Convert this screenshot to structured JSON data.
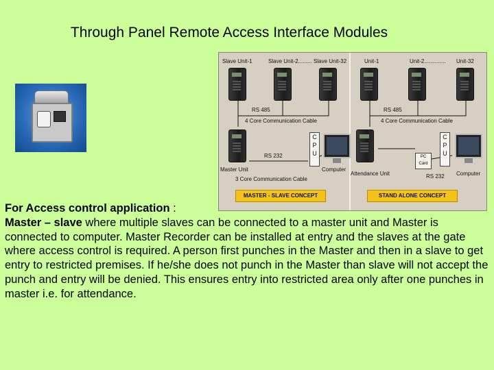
{
  "slide": {
    "title": "Through Panel Remote Access Interface Modules"
  },
  "diagram": {
    "master_slave": {
      "unit_labels": [
        "Slave Unit-1",
        "Slave Unit-2.........",
        "Slave Unit-32"
      ],
      "rs485": "RS 485",
      "cable_4core": "4 Core Communication Cable",
      "rs232": "RS 232",
      "master_unit": "Master Unit",
      "cable_3core": "3 Core Communication Cable",
      "computer": "Computer",
      "cpu_letters": [
        "C",
        "P",
        "U"
      ],
      "banner": "MASTER - SLAVE CONCEPT"
    },
    "stand_alone": {
      "unit_labels": [
        "Unit-1",
        "Unit-2..............",
        "Unit-32"
      ],
      "rs485": "RS 485",
      "cable_4core": "4 Core Communication Cable",
      "attendance_unit": "Attendance Unit",
      "pc_card_line1": "PC",
      "pc_card_line2": "Card",
      "rs232": "RS 232",
      "computer": "Computer",
      "cpu_letters": [
        "C",
        "P",
        "U"
      ],
      "banner": "STAND ALONE CONCEPT"
    }
  },
  "body": {
    "heading_bold": "For Access control application",
    "heading_rest": " :",
    "subheading_bold": "Master – slave",
    "paragraph": " where multiple slaves can be connected to a master unit and Master is connected to computer. Master Recorder can be installed at entry and the slaves at the gate where access control is required. A person first punches in the Master and then in a slave to get entry to restricted premises. If he/she does not punch in the Master than slave will not accept the punch and entry will be denied. This ensures entry into restricted area only after one punches in master i.e. for attendance."
  }
}
